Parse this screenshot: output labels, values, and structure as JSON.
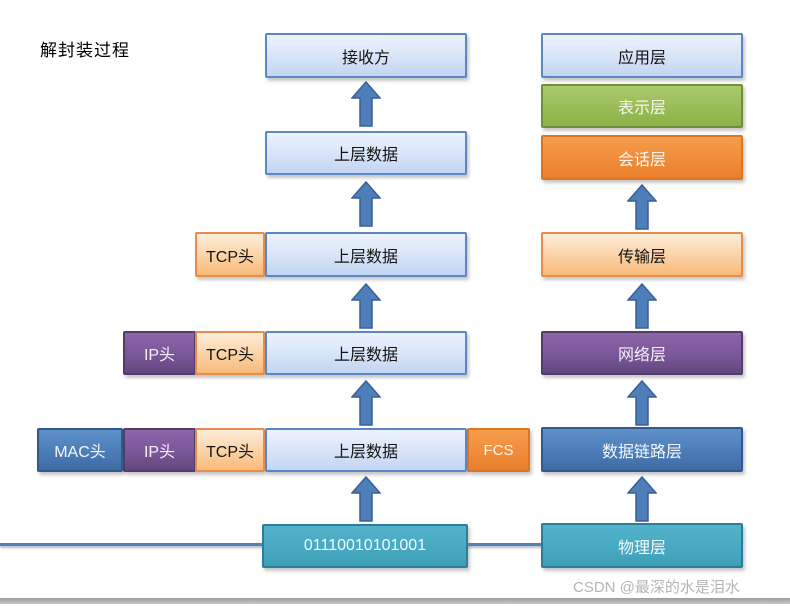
{
  "title": "解封装过程",
  "watermark": "CSDN @最深的水是泪水",
  "left_column": {
    "receiver": "接收方",
    "upper_data": "上层数据",
    "tcp_header": "TCP头",
    "ip_header": "IP头",
    "mac_header": "MAC头",
    "fcs": "FCS",
    "bitstream": "01110010101001"
  },
  "right_column": {
    "application": "应用层",
    "presentation": "表示层",
    "session": "会话层",
    "transport": "传输层",
    "network": "网络层",
    "datalink": "数据链路层",
    "physical": "物理层"
  },
  "colors": {
    "light_blue_fill": "#dbe7f8",
    "steel_blue": "#4f81bd",
    "purple": "#8064a2",
    "light_orange": "#fbc084",
    "orange": "#f0913d",
    "green": "#9bbb59",
    "teal": "#4bacc6",
    "arrow_fill": "#4f7fba",
    "arrow_stroke": "#3a5f94",
    "wire_line": "#4f81bd"
  }
}
